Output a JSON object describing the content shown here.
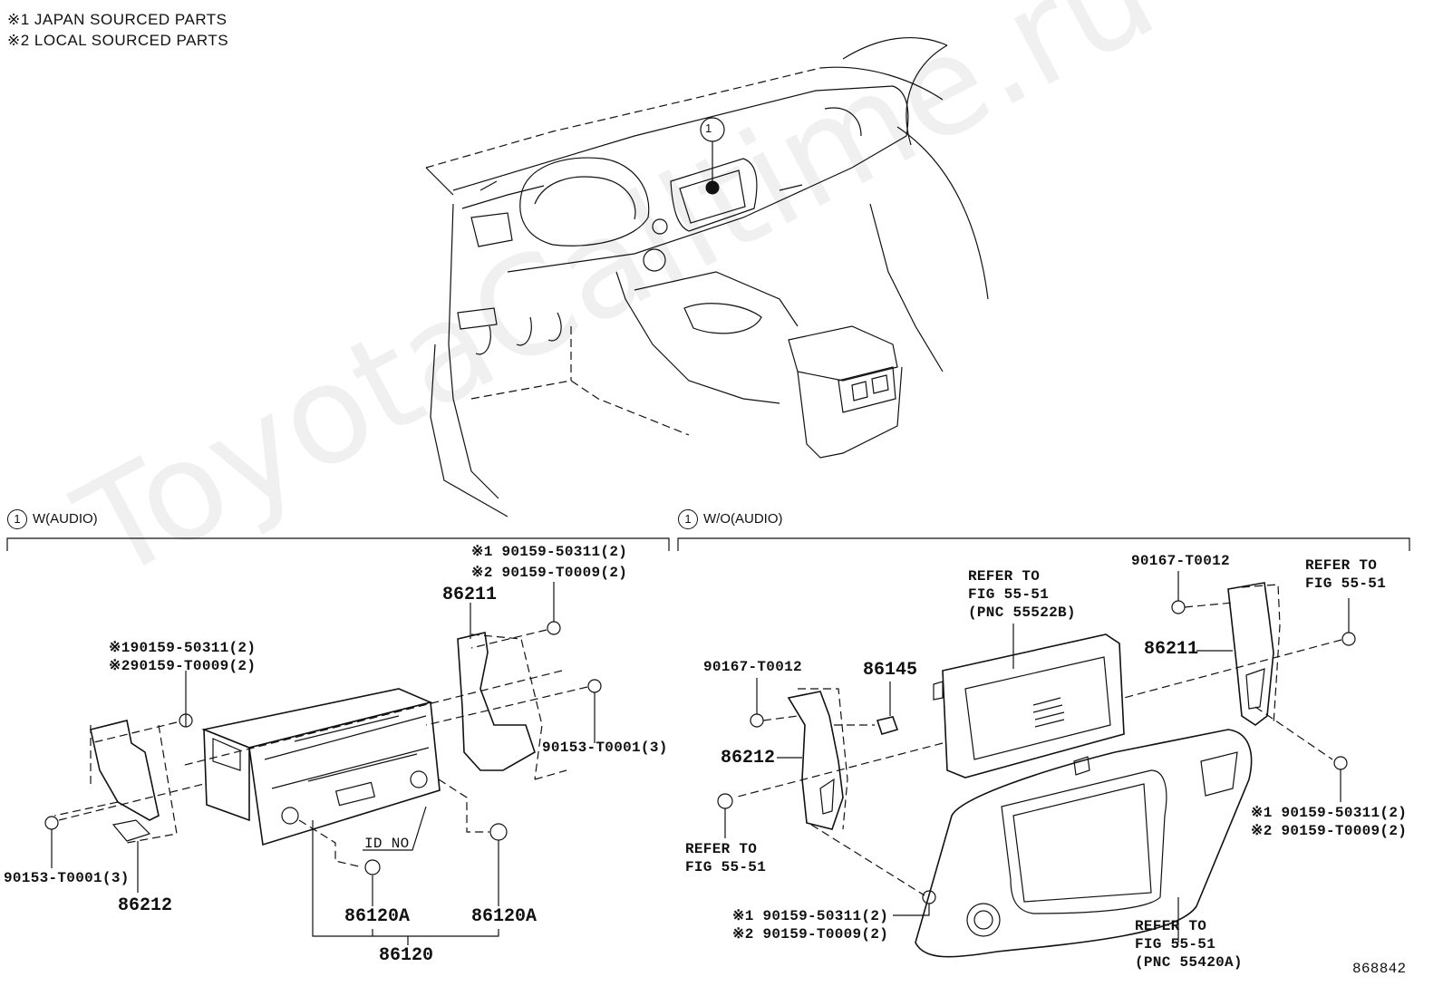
{
  "notes": [
    "※1 JAPAN SOURCED PARTS",
    "※2 LOCAL SOURCED PARTS"
  ],
  "watermark": "ToyotaCalltime.ru",
  "image_id_text": "868842",
  "callout_number": "1",
  "sections": {
    "left": {
      "marker": "1",
      "title": "W(AUDIO)"
    },
    "right": {
      "marker": "1",
      "title": "W/O(AUDIO)"
    }
  },
  "left_labels": {
    "screw_top_1": "※1 90159-50311(2)",
    "screw_top_2": "※2 90159-T0009(2)",
    "bracket_top": "86211",
    "screw_left_1": "※190159-50311(2)",
    "screw_left_2": "※290159-T0009(2)",
    "bolt_right": "90153-T0001(3)",
    "bolt_left": "90153-T0001(3)",
    "bracket_bottom": "86212",
    "id_no": "ID NO",
    "knob_left": "86120A",
    "knob_right": "86120A",
    "radio": "86120"
  },
  "right_labels": {
    "screw_left": "90167-T0012",
    "part_86145": "86145",
    "refer_display_1": "REFER TO",
    "refer_display_2": "FIG 55-51",
    "refer_display_3": "(PNC 55522B)",
    "screw_top": "90167-T0012",
    "bracket_right": "86211",
    "refer_top_right_1": "REFER TO",
    "refer_top_right_2": "FIG 55-51",
    "bracket_left": "86212",
    "refer_left_1": "REFER TO",
    "refer_left_2": "FIG 55-51",
    "screw_bottom_1": "※1 90159-50311(2)",
    "screw_bottom_2": "※2 90159-T0009(2)",
    "screw_right_1": "※1 90159-50311(2)",
    "screw_right_2": "※2 90159-T0009(2)",
    "refer_panel_1": "REFER TO",
    "refer_panel_2": "FIG 55-51",
    "refer_panel_3": "(PNC 55420A)"
  }
}
